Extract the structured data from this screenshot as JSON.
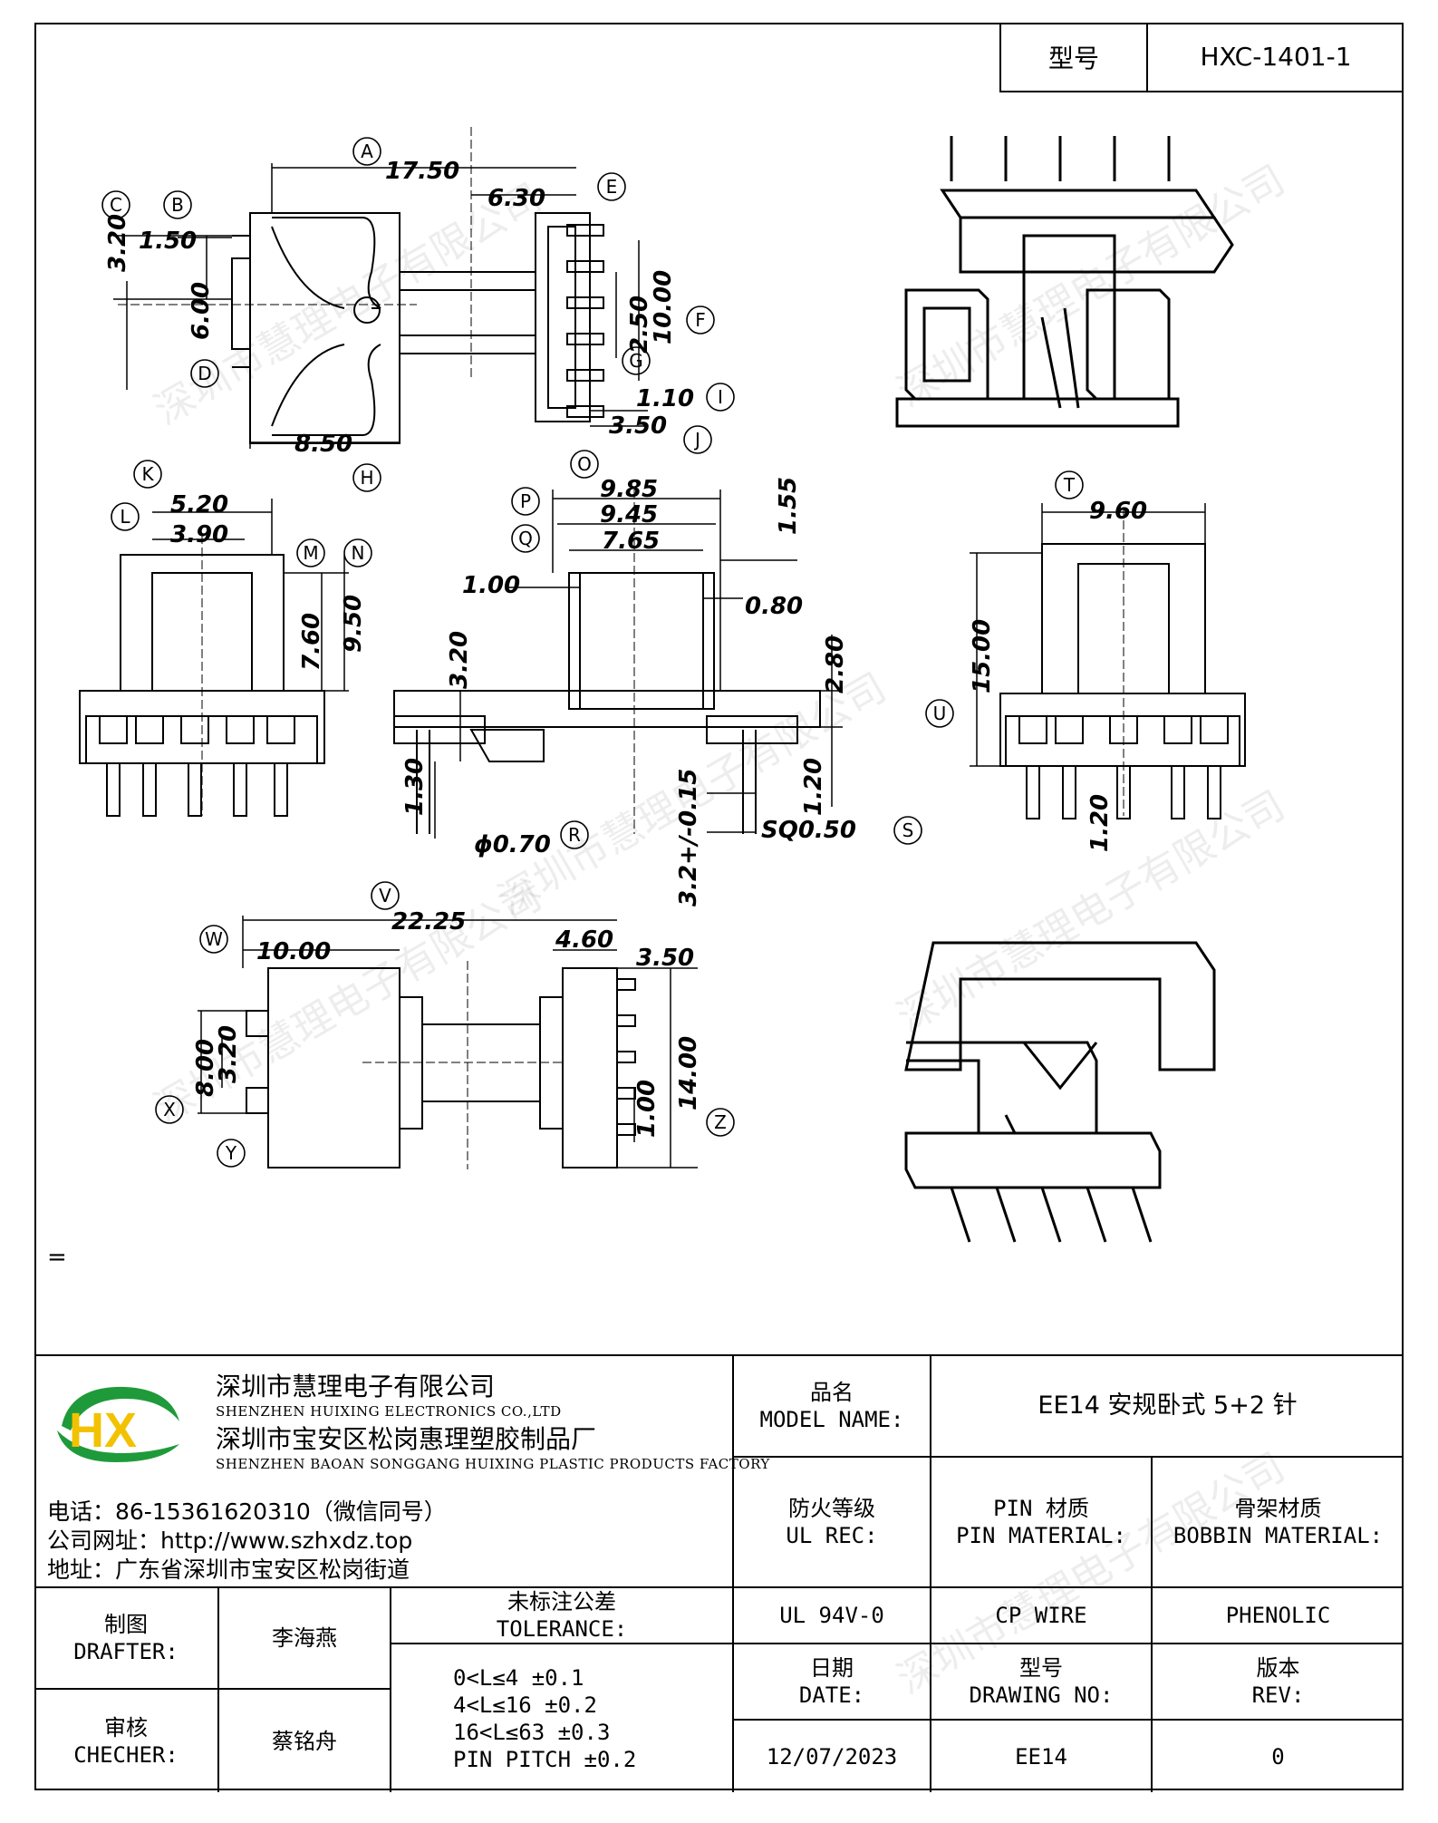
{
  "header": {
    "model_label": "型号",
    "model_value": "HXC-1401-1"
  },
  "drawing": {
    "top_view_dims": {
      "A": "17.50",
      "d630": "6.30",
      "d150": "1.50",
      "d320": "3.20",
      "d600": "6.00",
      "d250": "2.50",
      "d1000": "10.00",
      "d110": "1.10",
      "d350": "3.50",
      "d850": "8.50"
    },
    "side_view_dims": {
      "d520": "5.20",
      "d390": "3.90",
      "d760": "7.60",
      "d950": "9.50"
    },
    "center_view_dims": {
      "d985": "9.85",
      "d945": "9.45",
      "d765": "7.65",
      "d155": "1.55",
      "d100": "1.00",
      "d080": "0.80",
      "d320": "3.20",
      "d280": "2.80",
      "d130": "1.30",
      "d120": "1.20",
      "tol": "3.2+/-0.15",
      "dia": "ϕ0.70",
      "sq": "SQ0.50"
    },
    "right_view_dims": {
      "d960": "9.60",
      "d1500": "15.00",
      "d120": "1.20"
    },
    "bottom_view_dims": {
      "d2225": "22.25",
      "d1000": "10.00",
      "d460": "4.60",
      "d350": "3.50",
      "d800": "8.00",
      "d320": "3.20",
      "d100": "1.00",
      "d1400": "14.00"
    },
    "callouts": [
      "A",
      "B",
      "C",
      "D",
      "E",
      "F",
      "G",
      "H",
      "I",
      "J",
      "K",
      "L",
      "M",
      "N",
      "O",
      "P",
      "Q",
      "R",
      "S",
      "T",
      "U",
      "V",
      "W",
      "X",
      "Y",
      "Z"
    ],
    "equals_mark": "="
  },
  "company": {
    "name_cn_1": "深圳市慧理电子有限公司",
    "name_en_1": "SHENZHEN HUIXING ELECTRONICS CO.,LTD",
    "name_cn_2": "深圳市宝安区松岗惠理塑胶制品厂",
    "name_en_2": "SHENZHEN BAOAN SONGGANG HUIXING PLASTIC PRODUCTS FACTORY",
    "phone": "电话：86-15361620310（微信同号）",
    "website": "公司网址：http://www.szhxdz.top",
    "address": "地址：广东省深圳市宝安区松岗街道",
    "logo_text": "HX",
    "logo_colors": {
      "green": "#1f9a3a",
      "yellow": "#f2c200"
    }
  },
  "title_block": {
    "model_name_label_cn": "品名",
    "model_name_label_en": "MODEL NAME:",
    "model_name_value": "EE14 安规卧式 5+2 针",
    "ul_label_cn": "防火等级",
    "ul_label_en": "UL REC:",
    "pin_label_cn": "PIN 材质",
    "pin_label_en": "PIN MATERIAL:",
    "bobbin_label_cn": "骨架材质",
    "bobbin_label_en": "BOBBIN MATERIAL:",
    "ul_value": "UL 94V-0",
    "pin_value": "CP WIRE",
    "bobbin_value": "PHENOLIC",
    "drafter_label_cn": "制图",
    "drafter_label_en": "DRAFTER:",
    "drafter_value": "李海燕",
    "checker_label_cn": "审核",
    "checker_label_en": "CHECHER:",
    "checker_value": "蔡铭舟",
    "tolerance_label_cn": "未标注公差",
    "tolerance_label_en": "TOLERANCE:",
    "tolerance_lines": [
      "0<L≤4  ±0.1",
      "4<L≤16 ±0.2",
      "16<L≤63 ±0.3",
      "PIN PITCH ±0.2"
    ],
    "date_label_cn": "日期",
    "date_label_en": "DATE:",
    "date_value": "12/07/2023",
    "drawing_no_label_cn": "型号",
    "drawing_no_label_en": "DRAWING NO:",
    "drawing_no_value": "EE14",
    "rev_label_cn": "版本",
    "rev_label_en": "REV:",
    "rev_value": "0"
  }
}
